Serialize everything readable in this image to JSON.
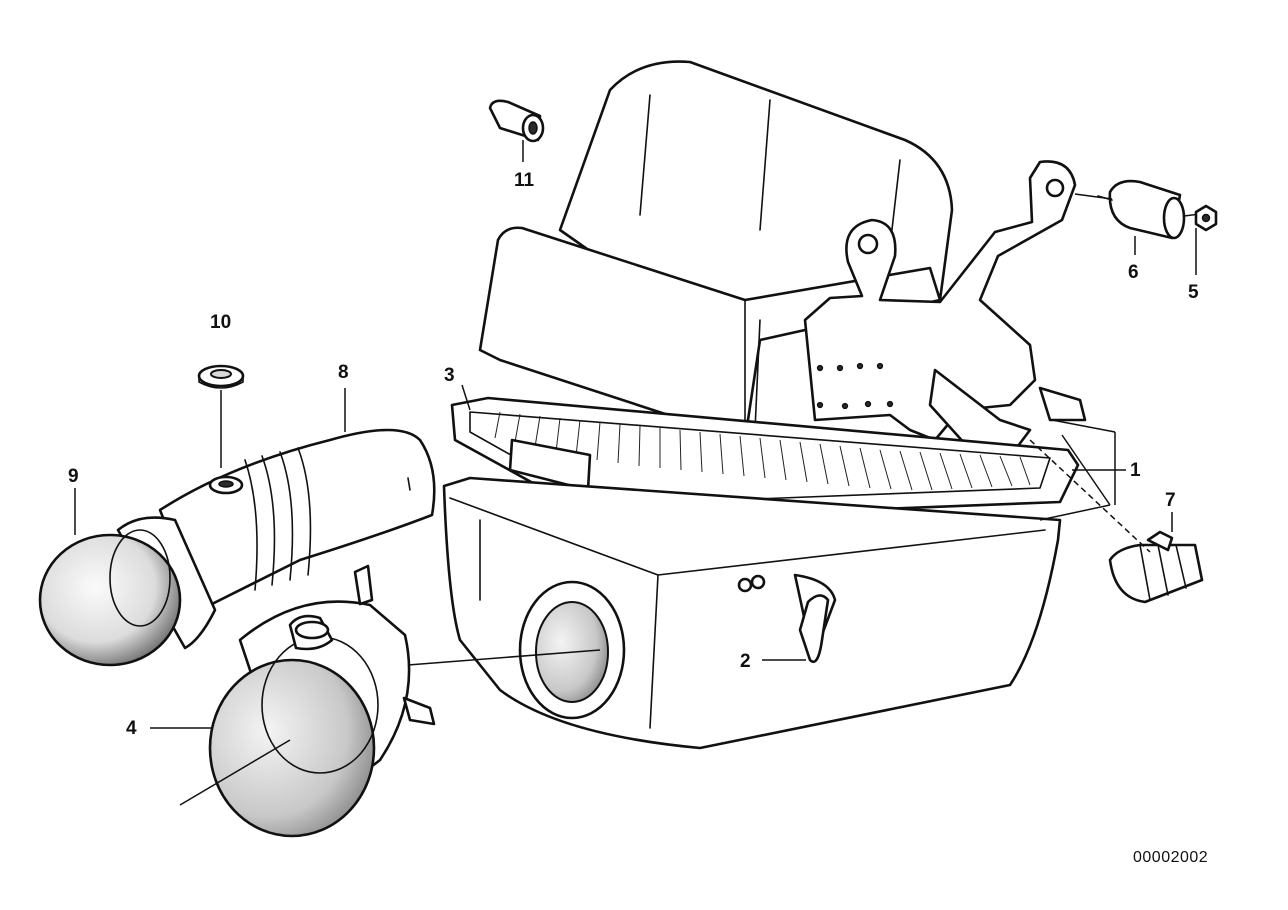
{
  "callouts": {
    "c1": "1",
    "c2": "2",
    "c3": "3",
    "c4": "4",
    "c5": "5",
    "c6": "6",
    "c7": "7",
    "c8": "8",
    "c9": "9",
    "c10": "10",
    "c11": "11"
  },
  "document_number": "00002002"
}
